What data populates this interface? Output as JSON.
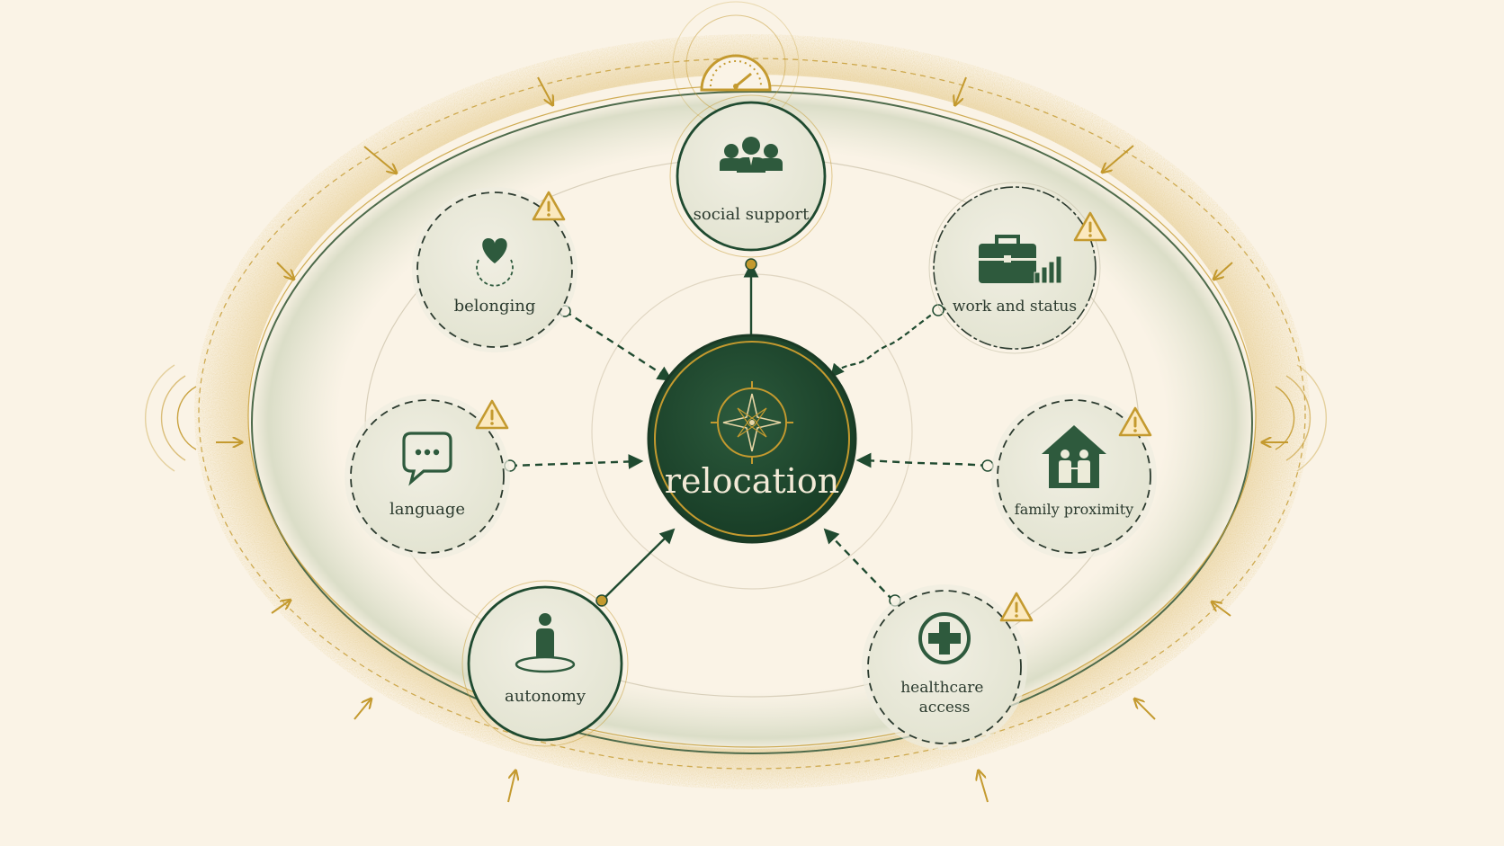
{
  "center": {
    "label": "relocation"
  },
  "nodes": [
    {
      "id": "social-support",
      "label": "social support",
      "icon": "people-group-icon",
      "style": "solid",
      "warning": false
    },
    {
      "id": "belonging",
      "label": "belonging",
      "icon": "heart-icon",
      "style": "dashed",
      "warning": true
    },
    {
      "id": "work-and-status",
      "label": "work and status",
      "icon": "briefcase-chart-icon",
      "style": "wavy",
      "warning": true
    },
    {
      "id": "language",
      "label": "language",
      "icon": "speech-bubble-icon",
      "style": "dashed",
      "warning": true
    },
    {
      "id": "family-proximity",
      "label": "family proximity",
      "icon": "family-house-icon",
      "style": "dashed",
      "warning": true
    },
    {
      "id": "autonomy",
      "label": "autonomy",
      "icon": "person-standing-icon",
      "style": "solid",
      "warning": false
    },
    {
      "id": "healthcare-access",
      "label": "healthcare access",
      "icon": "medical-cross-icon",
      "style": "dashed",
      "warning": true
    }
  ],
  "icons": {
    "top": "gauge-icon",
    "center": "compass-icon",
    "warning": "warning-triangle-icon",
    "pressure": "inward-arrow-icon"
  },
  "colors": {
    "background": "#faf3e6",
    "dark_green": "#1f4a30",
    "gold": "#c49a2f",
    "pale_green": "#ecebd9"
  }
}
